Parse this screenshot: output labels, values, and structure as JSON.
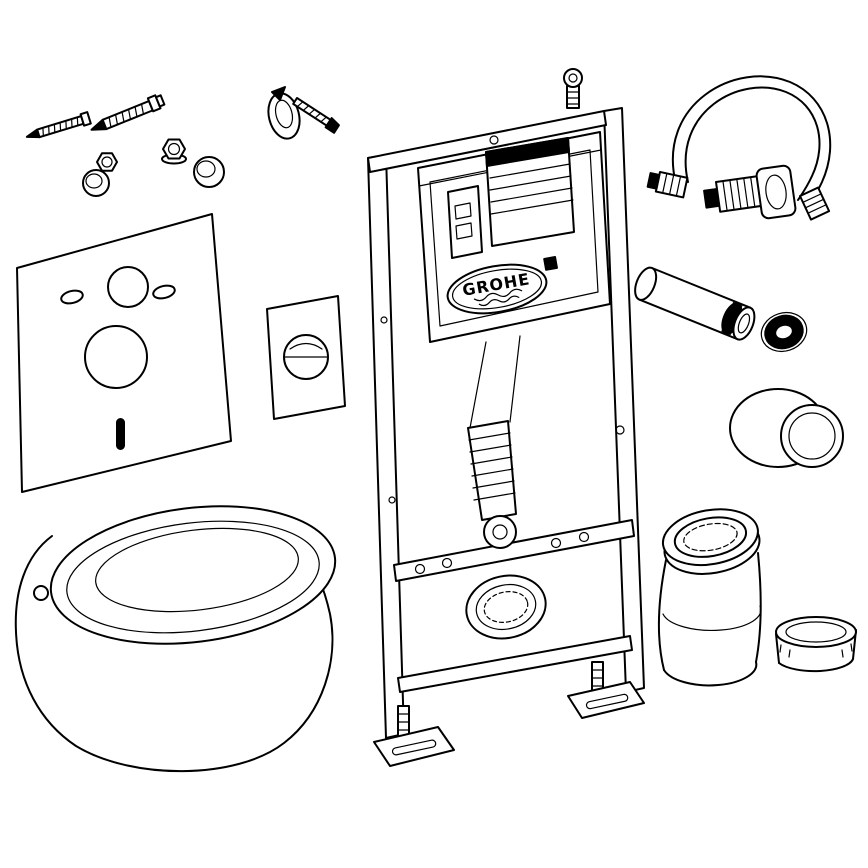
{
  "figure": {
    "kind": "exploded-parts-diagram",
    "background": "#ffffff",
    "line_color": "#000000"
  },
  "logo": {
    "text": "GROHE"
  },
  "parts": [
    "fixing-screw-a",
    "fixing-screw-b",
    "hex-nut-a",
    "dome-cap-a",
    "hex-nut-b",
    "dome-cap-b",
    "wall-anchor-hook",
    "sound-insulation-mat",
    "flush-actuation-plate",
    "wall-hung-toilet-bowl",
    "installation-frame",
    "frame-foot-left",
    "frame-foot-right",
    "concealed-cistern",
    "flush-valve-unit",
    "inspection-window",
    "grohe-logo",
    "corrugated-flush-pipe",
    "outlet-bend-socket",
    "flexible-connection-hose",
    "angle-valve",
    "flush-pipe-extension",
    "seal-ring",
    "wall-sleeve-cone",
    "outlet-elbow",
    "protection-cap"
  ]
}
